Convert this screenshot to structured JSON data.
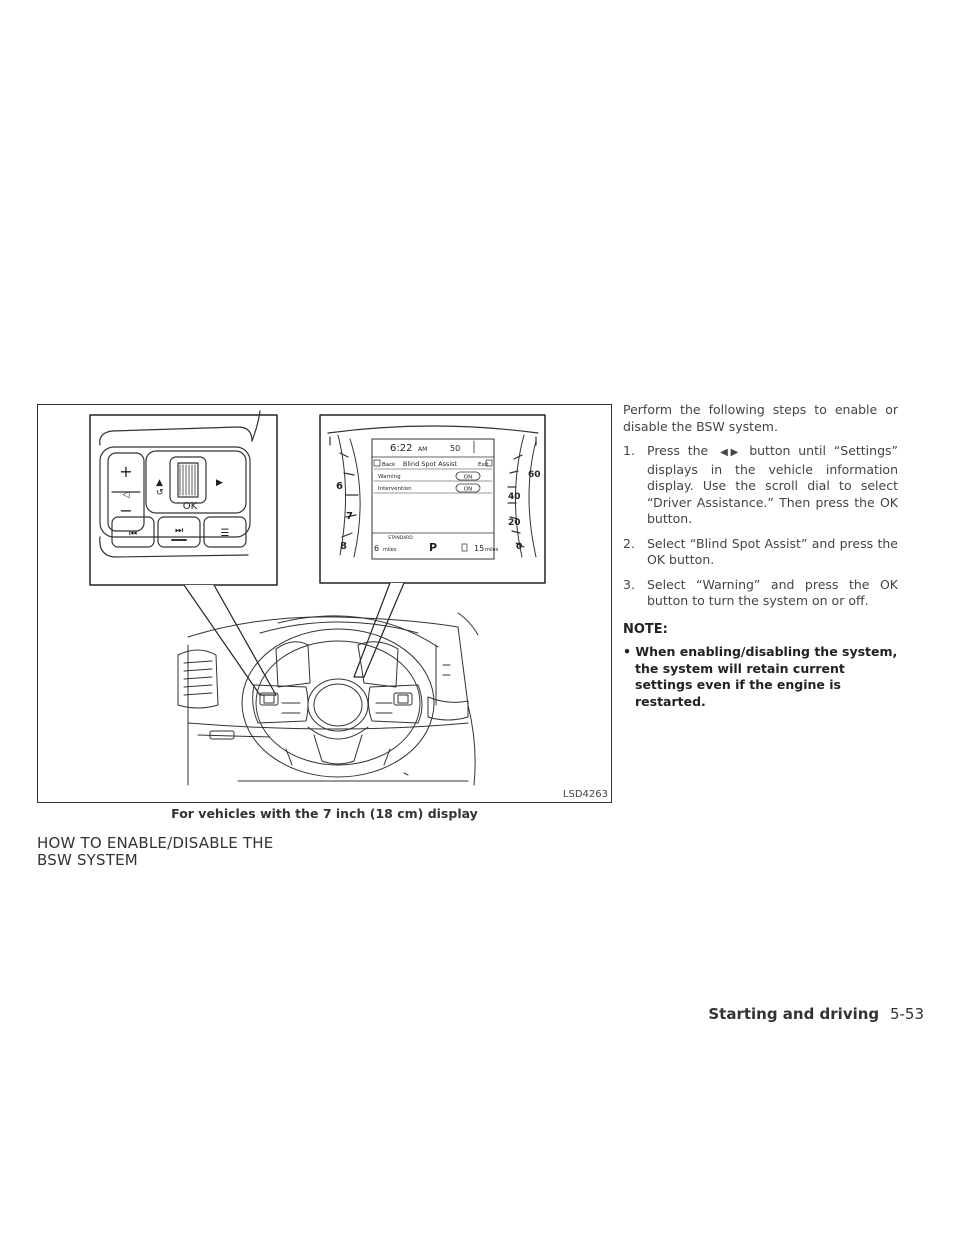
{
  "figure": {
    "code": "LSD4263",
    "caption": "For vehicles with the 7 inch (18 cm) display",
    "display": {
      "time": "6:22",
      "ampm": "AM",
      "temp": "50",
      "back": "Back",
      "title": "Blind Spot Assist",
      "exit": "Exit",
      "row1": "Warning",
      "row2": "Intervention",
      "on": "ON",
      "mode": "STANDARD",
      "left_val": "6",
      "left_unit": "miles",
      "gear": "P",
      "right_val": "15",
      "right_unit": "miles",
      "tach": [
        "6",
        "7",
        "8"
      ],
      "speed": [
        "60",
        "40",
        "20",
        "0"
      ]
    },
    "switch": {
      "ok": "OK"
    }
  },
  "heading": {
    "line1": "HOW TO ENABLE/DISABLE THE",
    "line2": "BSW SYSTEM"
  },
  "body": {
    "intro": "Perform the following steps to enable or disable the BSW system.",
    "step1_num": "1.",
    "step1_pre": "Press the",
    "step1_icon": "◀▶",
    "step1_post": "button until “Settings” displays in the vehicle information display. Use the scroll dial to select “Driver Assistance.” Then press the OK button.",
    "step2_num": "2.",
    "step2": "Select “Blind Spot Assist” and press the OK button.",
    "step3_num": "3.",
    "step3": "Select “Warning” and press the OK button to turn the system on or off.",
    "note_label": "NOTE:",
    "note_bullet": "When enabling/disabling the system, the system will retain current settings even if the engine is restarted."
  },
  "footer": {
    "section": "Starting and driving",
    "page": "5-53"
  }
}
